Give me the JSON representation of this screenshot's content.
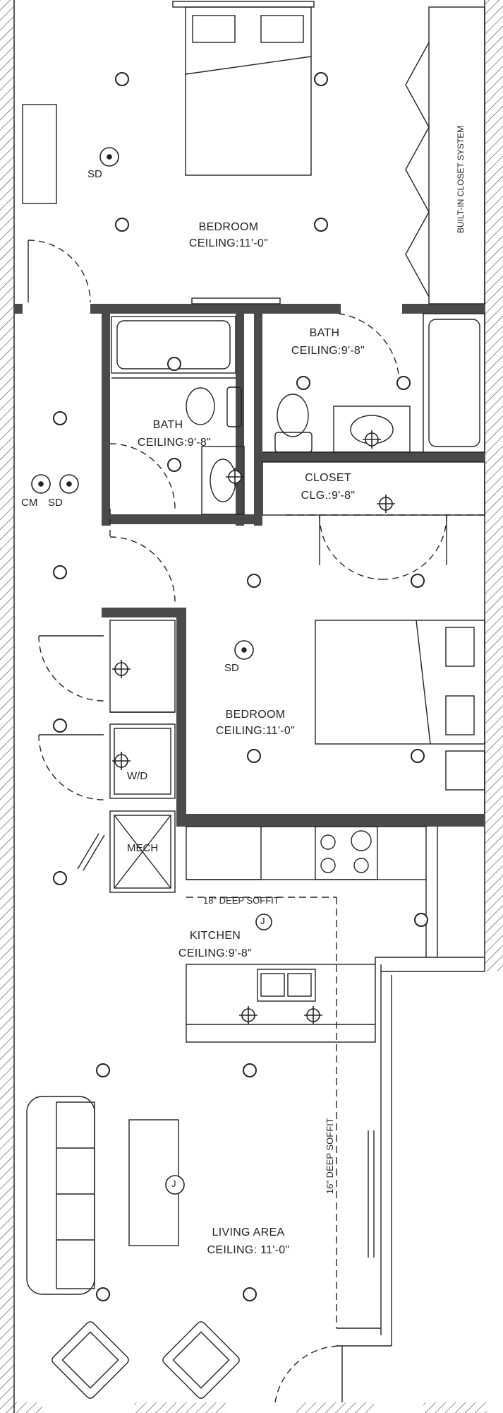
{
  "rooms": {
    "bedroom1": {
      "name": "BEDROOM",
      "ceiling": "CEILING:11'-0\""
    },
    "bath1": {
      "name": "BATH",
      "ceiling": "CEILING:9'-8\""
    },
    "bath2": {
      "name": "BATH",
      "ceiling": "CEILING:9'-8\""
    },
    "closet": {
      "name": "CLOSET",
      "ceiling": "CLG.:9'-8\""
    },
    "bedroom2": {
      "name": "BEDROOM",
      "ceiling": "CEILING:11'-0\""
    },
    "kitchen": {
      "name": "KITCHEN",
      "ceiling": "CEILING:9'-8\""
    },
    "living": {
      "name": "LIVING AREA",
      "ceiling": "CEILING: 11'-0\""
    }
  },
  "labels": {
    "built_in_closet": "BUILT-IN CLOSET SYSTEM",
    "soffit_horizontal": "18\" DEEP SOFFIT",
    "soffit_vertical": "16\" DEEP SOFFIT",
    "washer_dryer": "W/D",
    "mech": "MECH",
    "smoke_detector": "SD",
    "carbon_monoxide": "CM",
    "junction": "J"
  },
  "colors": {
    "wall": "#4a4a4a",
    "line": "#222222",
    "hatch": "#555555"
  }
}
